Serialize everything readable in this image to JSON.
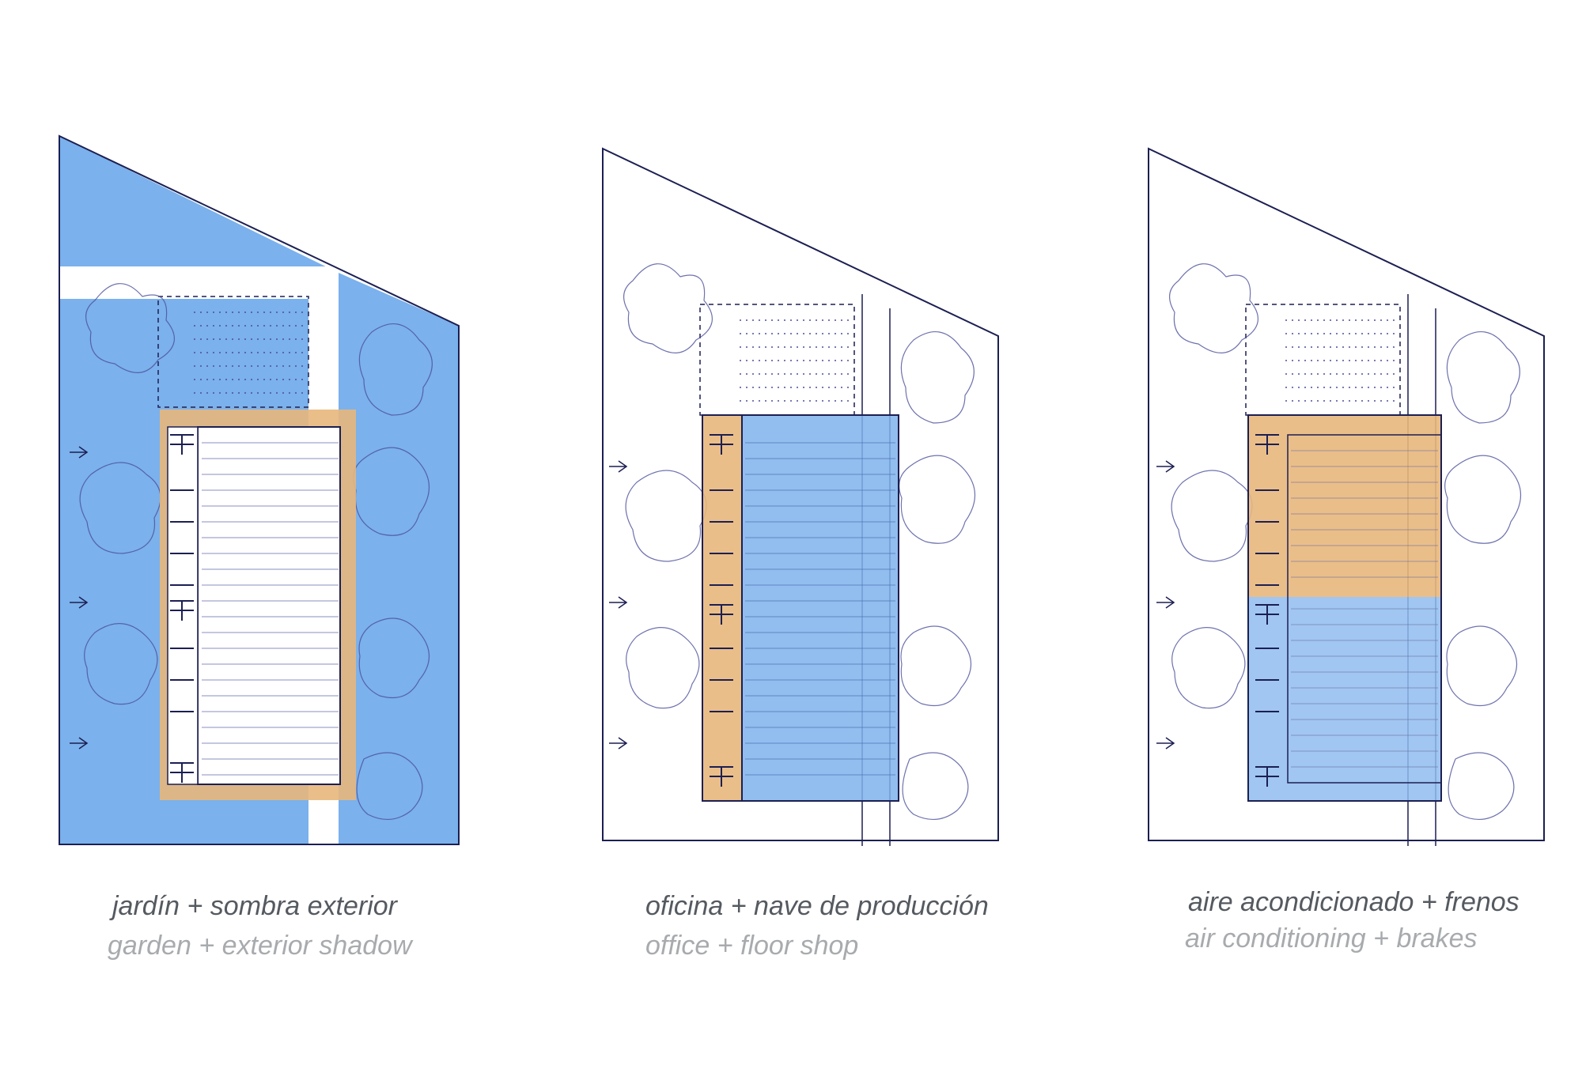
{
  "colors": {
    "blue_fill": "#4f97e6",
    "blue_light": "#8fbcef",
    "orange_fill": "#e8b77c",
    "line": "#1c1f52",
    "sketch": "#4a4f9a"
  },
  "panels": [
    {
      "caption_es": "jardín + sombra exterior",
      "caption_en": "garden + exterior shadow",
      "highlight": "garden and exterior shade"
    },
    {
      "caption_es": "oficina + nave de producción",
      "caption_en": "office + floor shop",
      "highlight": "office and production bay"
    },
    {
      "caption_es": "aire acondicionado + frenos",
      "caption_en": "air conditioning + brakes",
      "highlight": "air-conditioned and brake zones"
    }
  ]
}
